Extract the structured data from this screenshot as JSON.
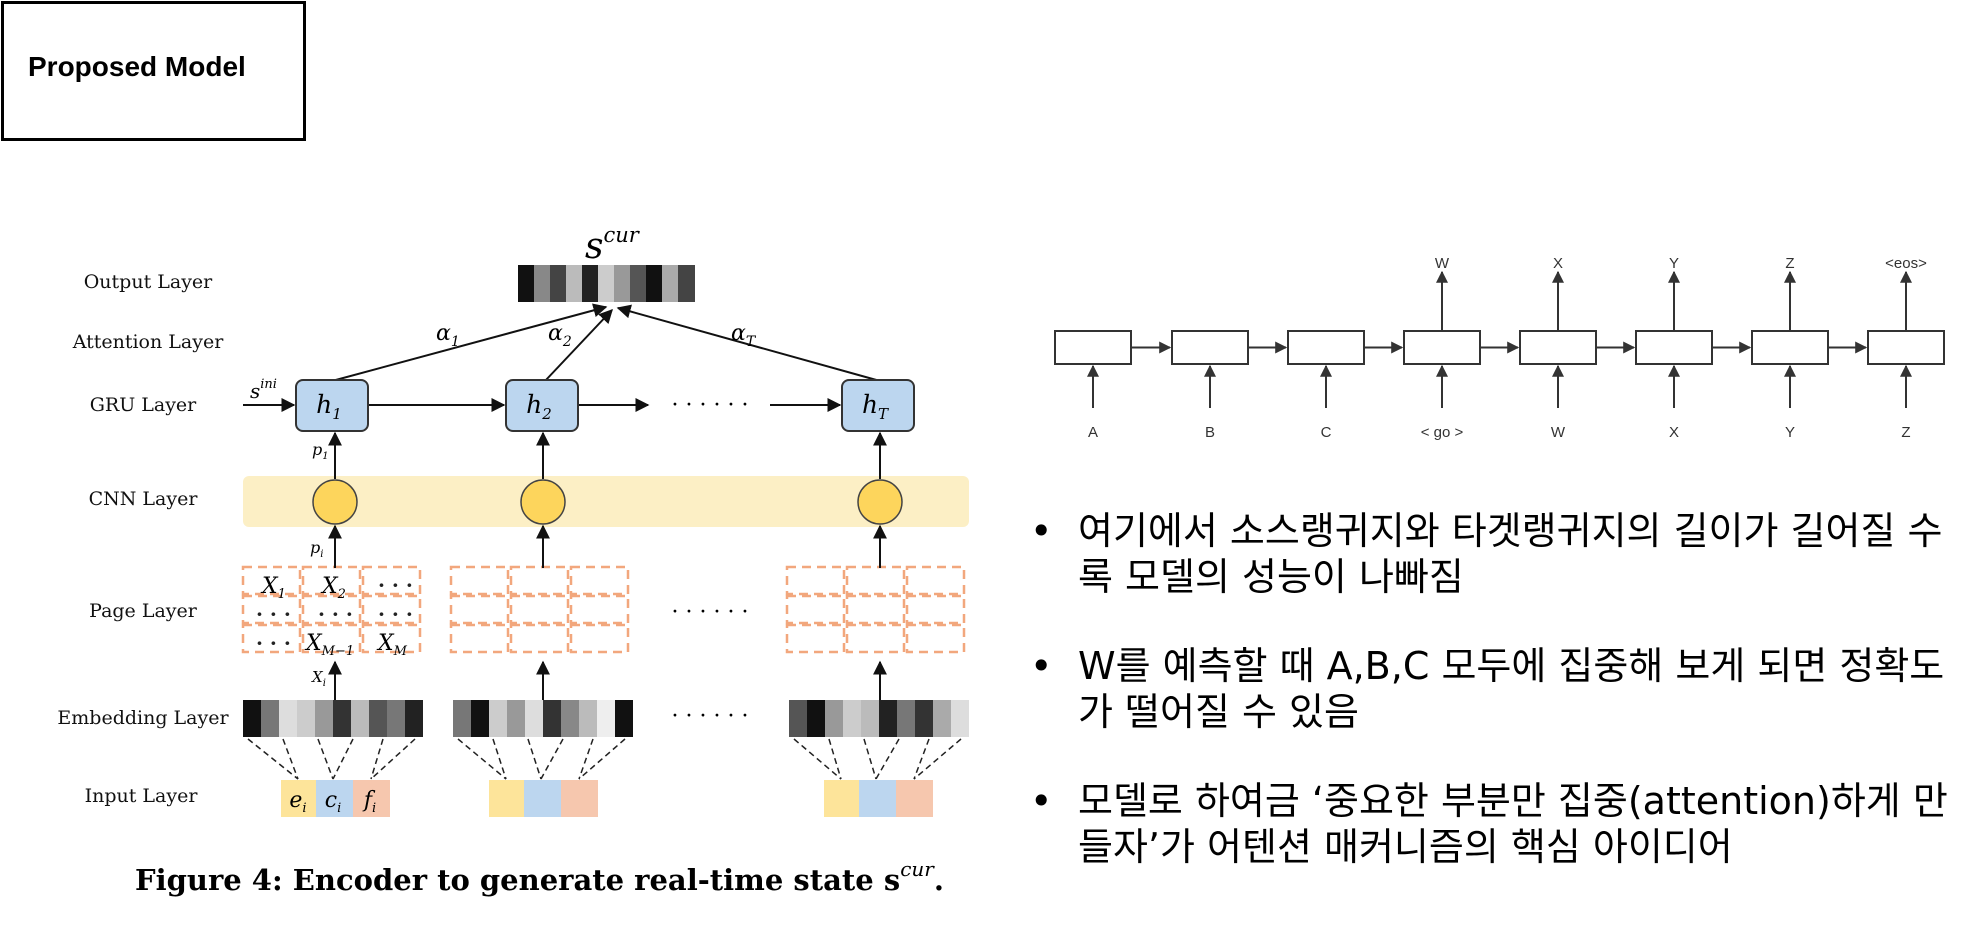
{
  "slide": {
    "title": "Proposed Model"
  },
  "figure": {
    "layers": {
      "output": "Output Layer",
      "attention": "Attention Layer",
      "gru": "GRU Layer",
      "cnn": "CNN Layer",
      "page": "Page Layer",
      "embedding": "Embedding Layer",
      "input": "Input Layer"
    },
    "state_base": "s",
    "state_cur_sup": "cur",
    "state_ini_sup": "ini",
    "alpha_1": "α",
    "alpha_1_sub": "1",
    "alpha_2": "α",
    "alpha_2_sub": "2",
    "alpha_T": "α",
    "alpha_T_sub": "T",
    "h_1": "h",
    "h_1_sub": "1",
    "h_2": "h",
    "h_2_sub": "2",
    "h_T": "h",
    "h_T_sub": "T",
    "p_1": "p",
    "p_1_sub": "1",
    "p_i": "p",
    "p_i_sub": "i",
    "x_i": "X",
    "x_i_sub": "i",
    "X_1": "X",
    "X_1_sub": "1",
    "X_2": "X",
    "X_2_sub": "2",
    "X_M1": "X",
    "X_M1_sub": "M−1",
    "X_M": "X",
    "X_M_sub": "M",
    "e_i": "e",
    "e_i_sub": "i",
    "c_i": "c",
    "c_i_sub": "i",
    "f_i": "f",
    "f_i_sub": "i",
    "ellipsis": "· · · · · ·",
    "dots": "· · ·",
    "caption_prefix": "Figure 4: Encoder to generate real-time state s",
    "caption_sup": "cur",
    "caption_end": ".",
    "colors": {
      "gru_fill": "#bcd6ef",
      "cnn_band": "#fcefc5",
      "cnn_node": "#fdd55c",
      "page_dash": "#f2a77d",
      "input_e": "#fde49a",
      "input_c": "#bcd6ef",
      "input_f": "#f6c7ae"
    }
  },
  "seq2seq": {
    "outputs": [
      "W",
      "X",
      "Y",
      "Z",
      "<eos>"
    ],
    "inputs": [
      "A",
      "B",
      "C",
      "< go >",
      "W",
      "X",
      "Y",
      "Z"
    ]
  },
  "bullets": [
    "여기에서 소스랭귀지와 타겟랭귀지의 길이가 길어질 수록 모델의 성능이 나빠짐",
    "W를 예측할 때 A,B,C 모두에 집중해 보게 되면 정확도가 떨어질 수 있음",
    "모델로 하여금 ‘중요한 부분만 집중(attention)하게 만들자’가 어텐션 매커니즘의 핵심 아이디어"
  ]
}
